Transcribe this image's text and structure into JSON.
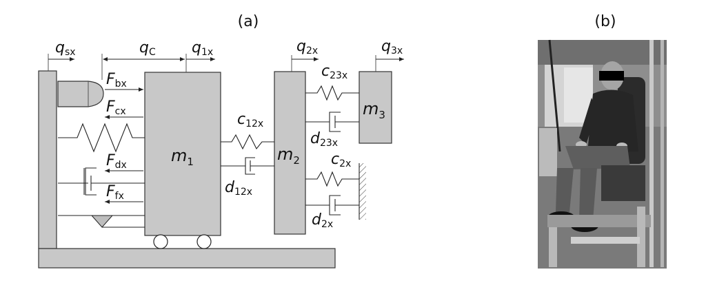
{
  "panel_a": {
    "label": "(a)",
    "coords": {
      "q_s": "q",
      "q_s_sub": "sx",
      "q_c": "q",
      "q_c_sub": "C",
      "q_1": "q",
      "q_1_sub": "1x",
      "q_2": "q",
      "q_2_sub": "2x",
      "q_3": "q",
      "q_3_sub": "3x"
    },
    "forces": {
      "f_b": "F",
      "f_b_sub": "bx",
      "f_c": "F",
      "f_c_sub": "cx",
      "f_d": "F",
      "f_d_sub": "dx",
      "f_f": "F",
      "f_f_sub": "fx"
    },
    "masses": {
      "m1": "m",
      "m1_sub": "1",
      "m2": "m",
      "m2_sub": "2",
      "m3": "m",
      "m3_sub": "3"
    },
    "elements": {
      "c12": "c",
      "c12_sub": "12x",
      "d12": "d",
      "d12_sub": "12x",
      "c23": "c",
      "c23_sub": "23x",
      "d23": "d",
      "d23_sub": "23x",
      "c2": "c",
      "c2_sub": "2x",
      "d2": "d",
      "d2_sub": "2x"
    }
  },
  "panel_b": {
    "label": "(b)"
  }
}
